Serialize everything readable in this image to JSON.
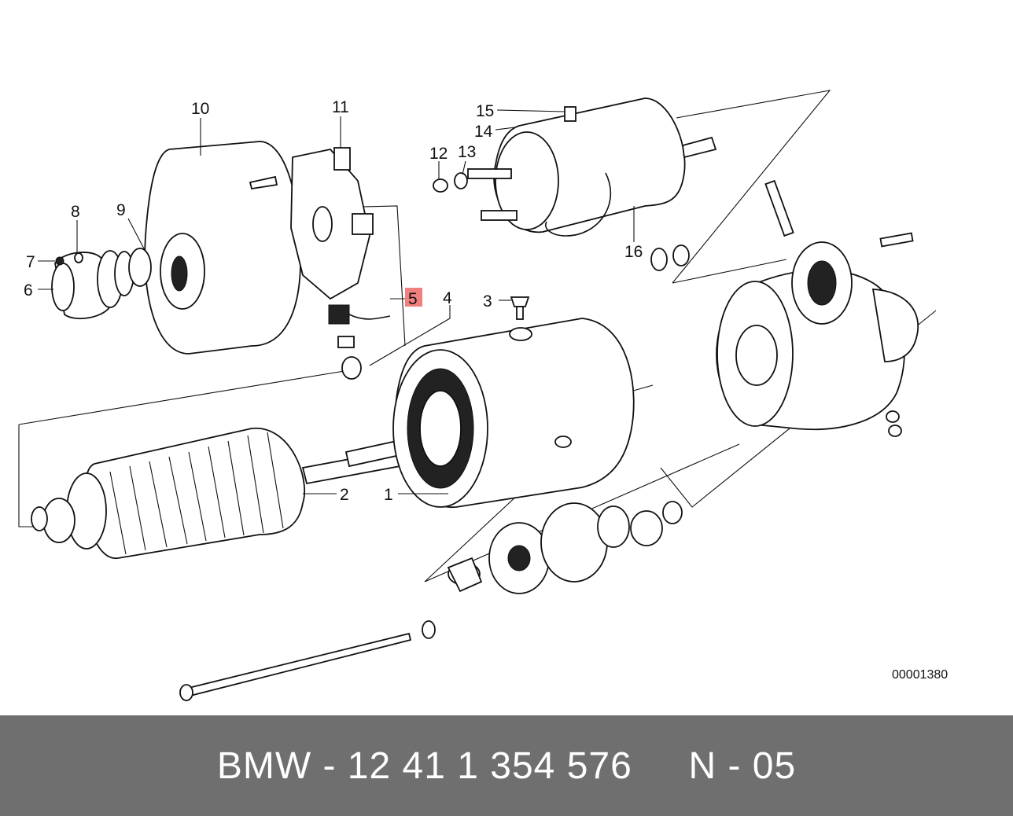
{
  "diagram": {
    "callouts": [
      {
        "id": "c1",
        "label": "1"
      },
      {
        "id": "c2",
        "label": "2"
      },
      {
        "id": "c3",
        "label": "3"
      },
      {
        "id": "c4",
        "label": "4"
      },
      {
        "id": "c5",
        "label": "5",
        "highlighted": true
      },
      {
        "id": "c6",
        "label": "6"
      },
      {
        "id": "c7",
        "label": "7"
      },
      {
        "id": "c8",
        "label": "8"
      },
      {
        "id": "c9",
        "label": "9"
      },
      {
        "id": "c10",
        "label": "10"
      },
      {
        "id": "c11",
        "label": "11"
      },
      {
        "id": "c12",
        "label": "12"
      },
      {
        "id": "c13",
        "label": "13"
      },
      {
        "id": "c14",
        "label": "14"
      },
      {
        "id": "c15",
        "label": "15"
      },
      {
        "id": "c16",
        "label": "16"
      }
    ],
    "reference_number": "00001380",
    "highlight_color": "#f08080"
  },
  "footer": {
    "text": "BMW - 12 41 1 354 576     N - 05",
    "background": "#6f6f6f"
  }
}
